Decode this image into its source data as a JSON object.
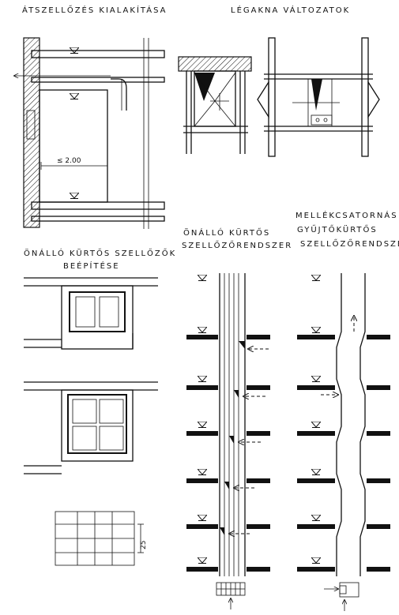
{
  "titles": {
    "cross_ventilation": "ÁTSZELLŐZÉS KIALAKÍTÁSA",
    "shaft_variants": "LÉGAKNA VÁLTOZATOK",
    "installation_line1": "ÖNÁLLÓ KÜRTŐS SZELLŐZŐK",
    "installation_line2": "BEÉPÍTÉSE",
    "independent_line1": "ÖNÁLLÓ KÜRTŐS",
    "independent_line2": "SZELLŐZŐRENDSZER",
    "collector_line1": "MELLÉKCSATORNÁS",
    "collector_line2": "GYŰJTŐKÜRTŐS",
    "collector_line3": "SZELLŐZŐRENDSZER"
  },
  "dimensions": {
    "room_depth": "≤ 2.00",
    "module_height": "25"
  }
}
